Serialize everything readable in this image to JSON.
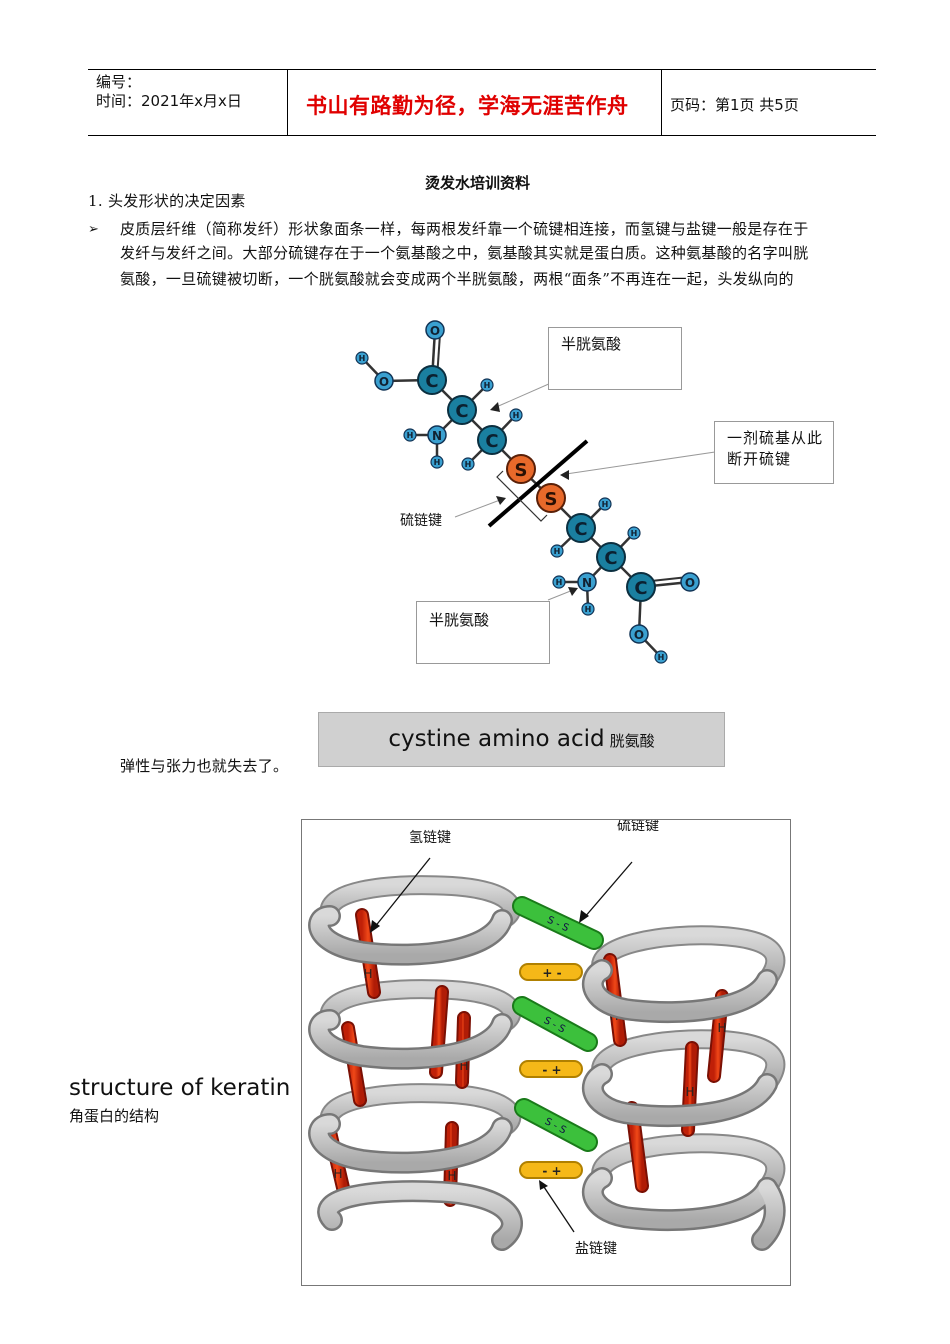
{
  "header": {
    "number_label": "编号：",
    "time_label": "时间：2021年x月x日",
    "motto": "书山有路勤为径，学海无涯苦作舟",
    "page_label": "页码：第1页  共5页"
  },
  "doc": {
    "title": "烫发水培训资料",
    "section1": "1. 头发形状的决定因素",
    "bullet": "➢",
    "para_line1": "皮质层纤维（简称发纤）形状象面条一样，每两根发纤靠一个硫键相连接，而氢键与盐键一般是存在于",
    "para_line2": "发纤与发纤之间。大部分硫键存在于一个氨基酸之中，氨基酸其实就是蛋白质。这种氨基酸的名字叫胱",
    "para_line3": "氨酸，一旦硫键被切断，一个胱氨酸就会变成两个半胱氨酸，两根“面条”不再连在一起，头发纵向的",
    "para_line4": "弹性与张力也就失去了。"
  },
  "molecule": {
    "label_cysteine_top": "半胱氨酸",
    "label_reagent": "一剂硫基从此断开硫键",
    "label_disulfide": "硫链键",
    "label_cysteine_bottom": "半胱氨酸",
    "banner_en": "cystine amino acid",
    "banner_zh": "胱氨酸",
    "atoms": {
      "O": "O",
      "H": "H",
      "C": "C",
      "N": "N",
      "S": "S"
    }
  },
  "keratin": {
    "label_hydrogen": "氢链键",
    "label_disulfide": "硫链键",
    "label_salt": "盐链键",
    "caption_en": "structure of keratin",
    "caption_zh": "角蛋白的结构",
    "bond_ss": "S - S",
    "bond_pm": "+ -",
    "bond_mp": "- +",
    "bond_h": "H"
  },
  "colors": {
    "motto": "#e00000",
    "atom_carbon": "#1a7fa0",
    "atom_small": "#3aa0d0",
    "atom_sulfur": "#e8692a",
    "helix": "#b9b9b9",
    "hbond": "#e03010",
    "ssbond": "#3cc03c",
    "saltbond": "#f5b818"
  }
}
